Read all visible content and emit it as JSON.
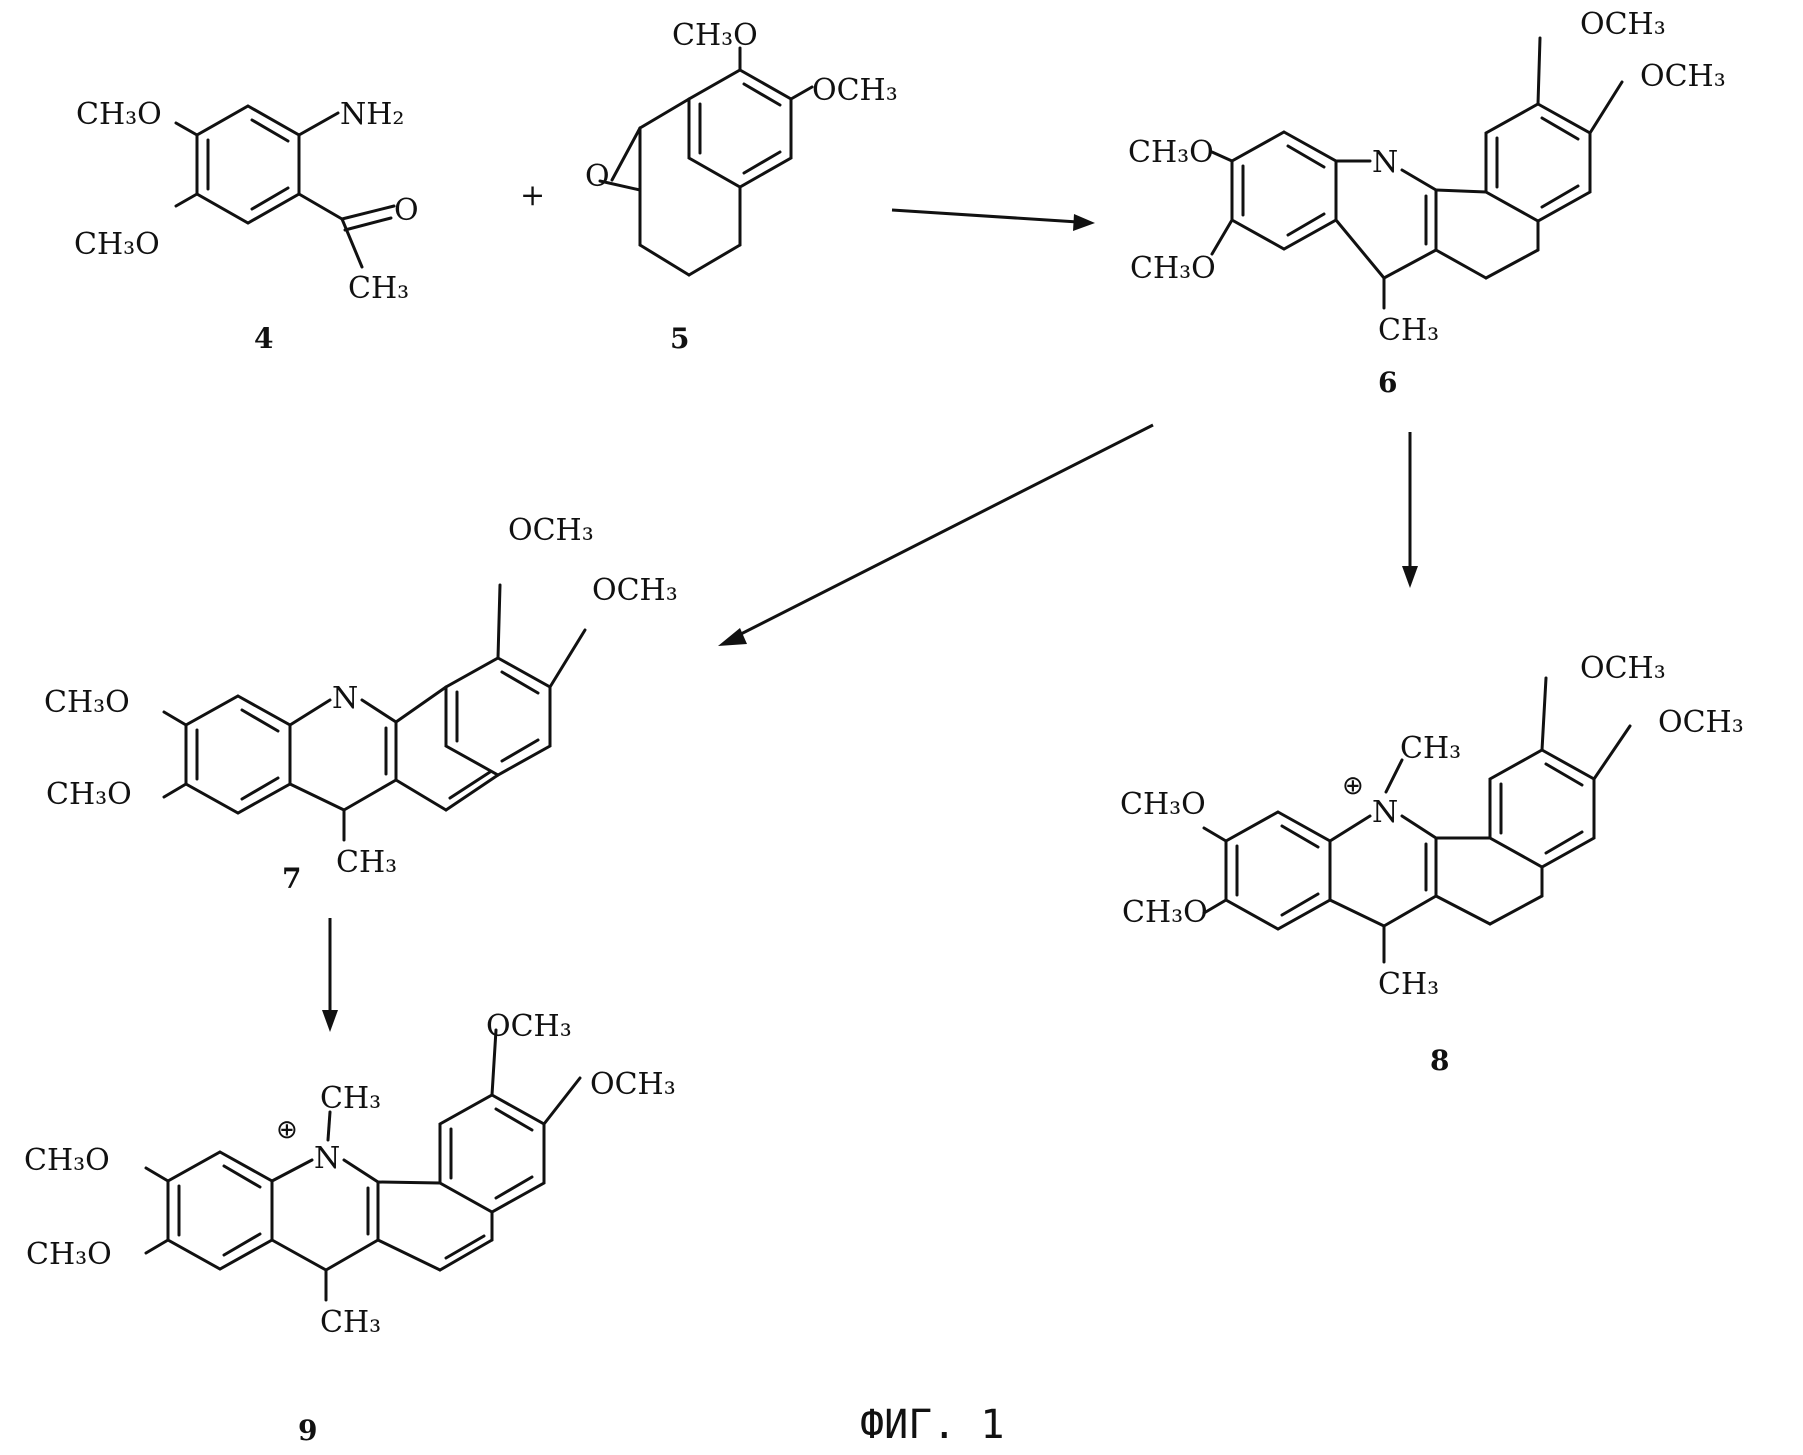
{
  "caption": "ФИГ. 1",
  "compounds": [
    {
      "id": "4",
      "number": "4",
      "labels": {
        "ome_top": "CH₃O",
        "ome_bottom": "CH₃O",
        "amine": "NH₂",
        "carbonyl_o": "O",
        "methyl": "CH₃"
      }
    },
    {
      "id": "5",
      "number": "5",
      "labels": {
        "ome_top": "CH₃O",
        "ome_right": "OCH₃",
        "carbonyl_o": "O"
      }
    },
    {
      "id": "6",
      "number": "6",
      "labels": {
        "ome_left_top": "CH₃O",
        "ome_left_bottom": "CH₃O",
        "nitrogen": "N",
        "ome_right_top": "OCH₃",
        "ome_right": "OCH₃",
        "methyl": "CH₃"
      }
    },
    {
      "id": "7",
      "number": "7",
      "labels": {
        "ome_left_top": "CH₃O",
        "ome_left_bottom": "CH₃O",
        "nitrogen": "N",
        "ome_right_top": "OCH₃",
        "ome_right": "OCH₃",
        "methyl": "CH₃"
      }
    },
    {
      "id": "8",
      "number": "8",
      "labels": {
        "ome_left_top": "CH₃O",
        "ome_left_bottom": "CH₃O",
        "nitrogen": "N",
        "n_methyl": "CH₃",
        "charge": "⊕",
        "ome_right_top": "OCH₃",
        "ome_right": "OCH₃",
        "methyl": "CH₃"
      }
    },
    {
      "id": "9",
      "number": "9",
      "labels": {
        "ome_left_top": "CH₃O",
        "ome_left_bottom": "CH₃O",
        "nitrogen": "N",
        "n_methyl": "CH₃",
        "charge": "⊕",
        "ome_right_top": "OCH₃",
        "ome_right": "OCH₃",
        "methyl": "CH₃"
      }
    }
  ],
  "plus_sign": "+"
}
